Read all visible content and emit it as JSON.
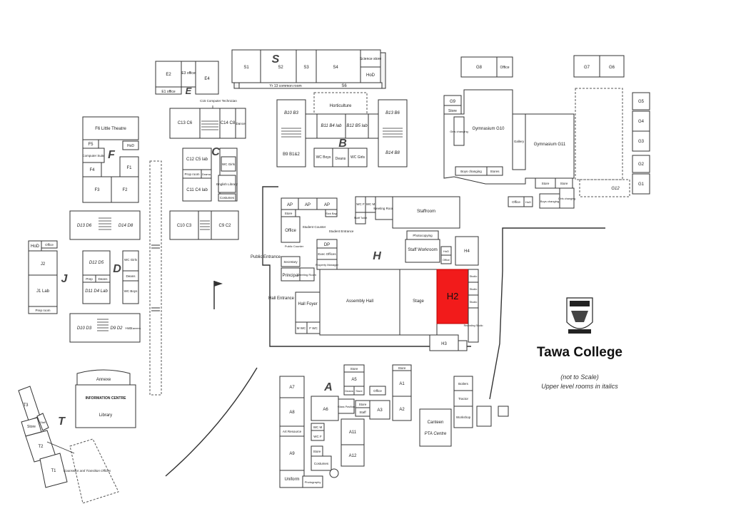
{
  "school_name": "Tawa College",
  "scale_note": "(not to Scale)",
  "upper_note": "Upper level rooms in italics",
  "highlight": {
    "label": "H2",
    "color": "#f21b1b"
  },
  "blocks": {
    "s": "S",
    "e": "E",
    "f": "F",
    "c": "C",
    "b": "B",
    "j": "J",
    "d": "D",
    "h": "H",
    "a": "A",
    "t": "T"
  },
  "rooms": {
    "s1": "S1",
    "s2": "S2",
    "s3": "S3",
    "s4": "S4",
    "sci_store": "Science store",
    "hod_s": "HoD",
    "yr13": "Yr 13 common room",
    "s6": "S6",
    "e2": "E2",
    "e3": "E3 office",
    "e4": "E4",
    "e1": "E1 office",
    "c15": "C15 Computer Technician",
    "c13": "C13 C6",
    "c14": "C14 C8",
    "dance": "Dance",
    "c12": "C12 C5 lab",
    "prop_room_c": "Prop room",
    "drama_c": "Drama",
    "wc_girls_c": "WC Girls",
    "english_lib": "English Library",
    "costumes_c": "Costumes",
    "c11": "C11 C4 lab",
    "c10": "C10 C3",
    "c9": "C9 C2",
    "f6": "F6 Little Theatre",
    "f5": "F5",
    "hod_f": "HoD",
    "comp_suite": "Computer Suite",
    "f4": "F4",
    "f1": "F1",
    "f3": "F3",
    "f2": "F2",
    "horticulture": "Horticulture",
    "b10": "B10 B3",
    "b11": "B11 B4 lab",
    "b12": "B12 B5 lab",
    "b13": "B13 B6",
    "b9": "B9 B1&2",
    "wc_boys_b": "WC Boys",
    "deans_b": "Deans",
    "wc_girls_b": "WC Girls",
    "b14": "B14 B8",
    "g9": "G9",
    "store_g": "Store",
    "gym10": "Gymnasium G10",
    "girls_changing": "Girls changing",
    "gallery": "Gallery",
    "gym11": "Gymnasium G11",
    "boys_changing_g": "Boys changing",
    "stores_g": "Stores",
    "g8": "G8",
    "office_g": "Office",
    "g7": "G7",
    "g6": "G6",
    "g5": "G5",
    "g4": "G4",
    "g3": "G3",
    "g2": "G2",
    "g1": "G1",
    "g12": "G12",
    "office_g2": "Office",
    "hod_g": "HoD",
    "boys_changing_g2": "Boys changing",
    "girls_changing_g2": "Girls changing",
    "store_g2": "Store",
    "store_g3": "Store",
    "d13": "D13 D6",
    "d14": "D14 D8",
    "hod_j": "HoD",
    "office_j": "Office",
    "j2": "J2",
    "j1": "J1 Lab",
    "prep_j": "Prep room",
    "d12": "D12 D5",
    "prep_d": "Prep",
    "deans_d": "Deans",
    "d11": "D11 D4 Lab",
    "wc_girls_d": "WC Girls",
    "deans_d2": "Deans",
    "wc_boys_d": "WC Boys",
    "d10": "D10 D3",
    "d9": "D9 D2",
    "hod_d": "HoD",
    "careers": "Careers",
    "ap1": "AP",
    "ap2": "AP",
    "ap3": "AP",
    "store_h": "Store",
    "sick_bay": "Sick Bay",
    "office_h": "Office",
    "student_counter": "Student Counter",
    "public_counter": "Public Counter",
    "dp": "DP",
    "exec_offices": "Exec Offices",
    "property_manager": "Property Manager",
    "secretary": "Secretary",
    "principal": "Principal",
    "meeting_room_h": "Meeting Room",
    "public_entrance": "Public Entrance",
    "student_entrance": "Student Entrance",
    "wc_f_h": "WC F",
    "wc_m_h": "WC M",
    "meeting_room_h2": "Meeting Room",
    "staff_toilet": "Staff Toilet",
    "staffroom": "Staffroom",
    "photocopying": "Photocopying",
    "staff_workroom": "Staff Workroom",
    "hod_h": "HoD",
    "office_h2": "Office",
    "h4": "H4",
    "hall_entrance": "Hall Entrance",
    "hall_foyer": "Hall Foyer",
    "assembly_hall": "Assembly Hall",
    "stage": "Stage",
    "studio1": "Studio",
    "studio2": "Studio",
    "studio3": "Studio",
    "recording_studio": "Recording Studio",
    "h3": "H3",
    "wc_m_hall": "M WC",
    "wc_f_hall": "F WC",
    "annexe": "Annexe",
    "info_centre": "INFORMATION CENTRE",
    "library": "Library",
    "t3": "T3",
    "store_t": "Store",
    "staff_t": "Staff",
    "t2": "T2",
    "t1": "T1",
    "counsellor": "Counsellor and Transition Offices",
    "a7": "A7",
    "a8": "A8",
    "art_resource": "Art Resource",
    "a9": "A9",
    "uniform": "Uniform",
    "photography": "Photography",
    "a6": "A6",
    "wc_m_a": "WC M",
    "wc_f_a": "WC F",
    "store_a": "Store",
    "costumes_a": "Costumes",
    "a5": "A5",
    "store_a2": "Store",
    "deans_a": "Deans",
    "store_a3": "Store",
    "office_a": "Office",
    "a1": "A1",
    "store_a4": "Store",
    "a2": "A2",
    "store_a5": "Store",
    "staff_a": "Staff",
    "a3": "A3",
    "a11": "A11",
    "a12": "A12",
    "glass_pavilion": "Glass Pavilion",
    "canteen": "Canteen",
    "pta_centre": "PTA Centre",
    "boilers": "Boilers",
    "tractor": "Tractor",
    "workshop": "Workshop"
  }
}
